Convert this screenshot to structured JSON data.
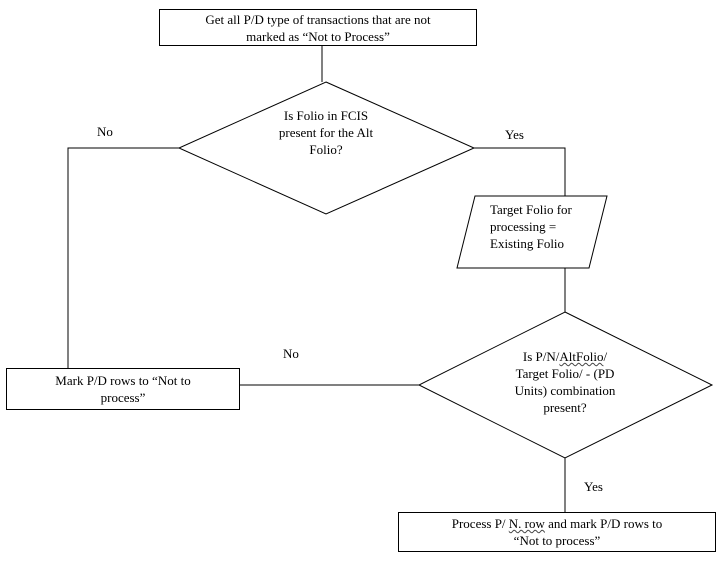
{
  "colors": {
    "line": "#000000",
    "shape_fill": "#ffffff",
    "text": "#000000"
  },
  "diagram": {
    "start_box": {
      "lines": [
        "Get all P/D type of transactions that are not",
        "marked as “Not to Process”"
      ]
    },
    "decision1": {
      "lines": [
        "Is Folio in FCIS",
        "present for the Alt",
        "Folio?"
      ],
      "no_label": "No",
      "yes_label": "Yes"
    },
    "target_folio_box": {
      "lines": [
        "Target Folio for",
        "processing =",
        "Existing Folio"
      ]
    },
    "decision2": {
      "line1": {
        "prefix": "Is P/N/",
        "underlined": "AltFolio",
        "suffix": "/"
      },
      "line2": "Target Folio/ - (PD",
      "line3": "Units) combination",
      "line4": "present?",
      "no_label": "No",
      "yes_label": "Yes"
    },
    "mark_box": {
      "lines": [
        "Mark P/D rows to “Not to",
        "process”"
      ]
    },
    "process_box": {
      "line1": {
        "prefix": "Process P/ ",
        "underlined": "N. row",
        "suffix": " and mark P/D rows to"
      },
      "line2": "“Not to process”"
    }
  }
}
